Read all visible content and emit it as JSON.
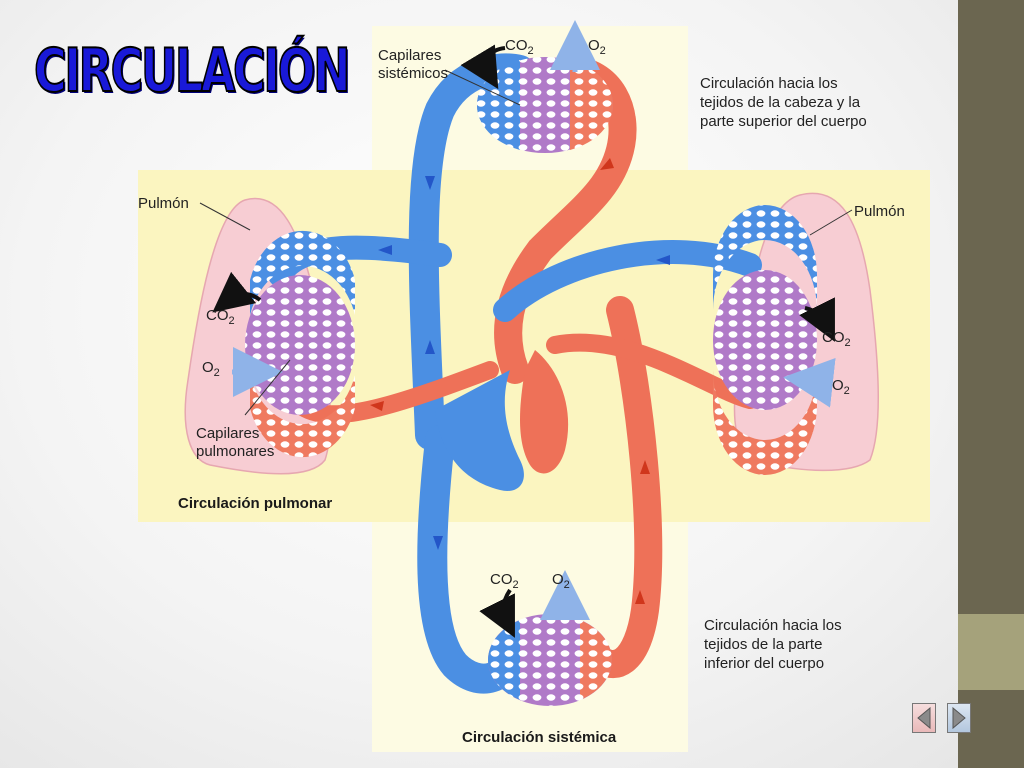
{
  "title": "CIRCULACIÓN",
  "labels": {
    "capilares_sistemicos": [
      "Capilares",
      "sistémicos"
    ],
    "head_circulation": [
      "Circulación hacia los",
      "tejidos de la cabeza y la",
      "parte superior del cuerpo"
    ],
    "pulmon_left": "Pulmón",
    "pulmon_right": "Pulmón",
    "capilares_pulmonares": [
      "Capilares",
      "pulmonares"
    ],
    "circulacion_pulmonar": "Circulación pulmonar",
    "lower_circulation": [
      "Circulación hacia los",
      "tejidos de la parte",
      "inferior del cuerpo"
    ],
    "circulacion_sistemica": "Circulación sistémica"
  },
  "gases": {
    "co2": "CO",
    "o2": "O",
    "sub": "2"
  },
  "colors": {
    "blue_vessel": "#4b8fe3",
    "red_vessel": "#ee7158",
    "capillary_purple": "#b07ac8",
    "lung_pink": "#f7cdd3",
    "band_yellow": "#fbf5c0",
    "title_blue": "#1919d8",
    "side_bar": "#6b6650"
  },
  "nav": {
    "prev_icon": "triangle-left-icon",
    "next_icon": "triangle-right-icon"
  }
}
